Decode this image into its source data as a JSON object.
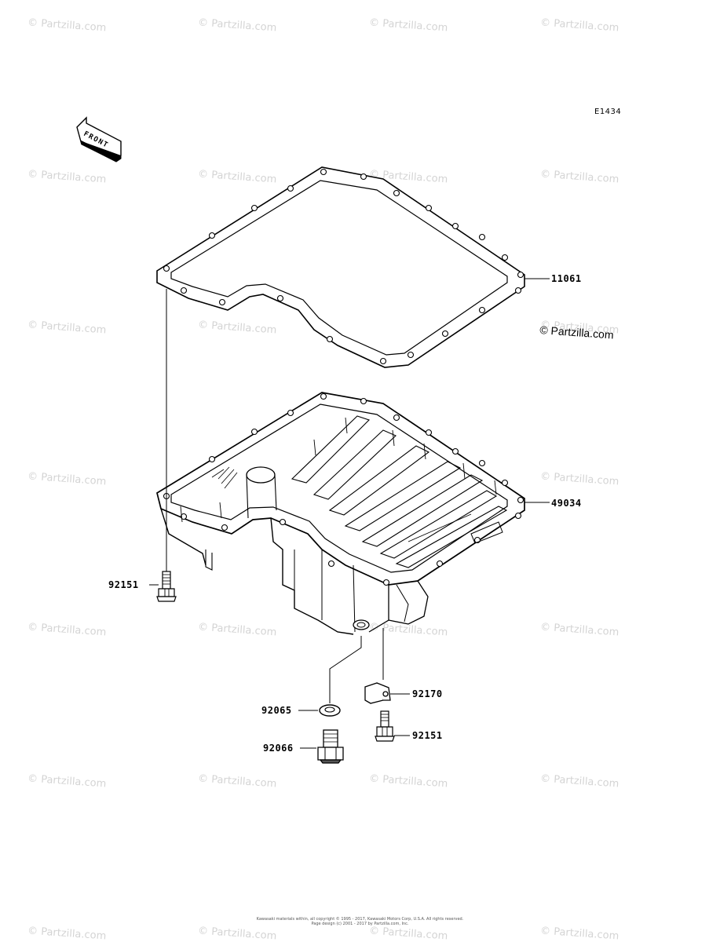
{
  "figure_code": "E1434",
  "copyright_mark": "© Partzilla.com",
  "watermark_text": "© Partzilla.com",
  "front_arrow_label": "FRONT",
  "parts": [
    {
      "id": "gasket",
      "number": "11061"
    },
    {
      "id": "oil-pan",
      "number": "49034"
    },
    {
      "id": "pan-bolt",
      "number": "92151"
    },
    {
      "id": "washer",
      "number": "92065"
    },
    {
      "id": "drain-plug",
      "number": "92066"
    },
    {
      "id": "clamp",
      "number": "92170"
    },
    {
      "id": "clamp-bolt",
      "number": "92151"
    }
  ],
  "footer": {
    "line1": "Kawasaki materials within, all copyright © 1995 - 2017, Kawasaki Motors Corp, U.S.A. All rights reserved.",
    "line2": "Page design (c) 2001 - 2017 by Partzilla.com, Inc."
  }
}
